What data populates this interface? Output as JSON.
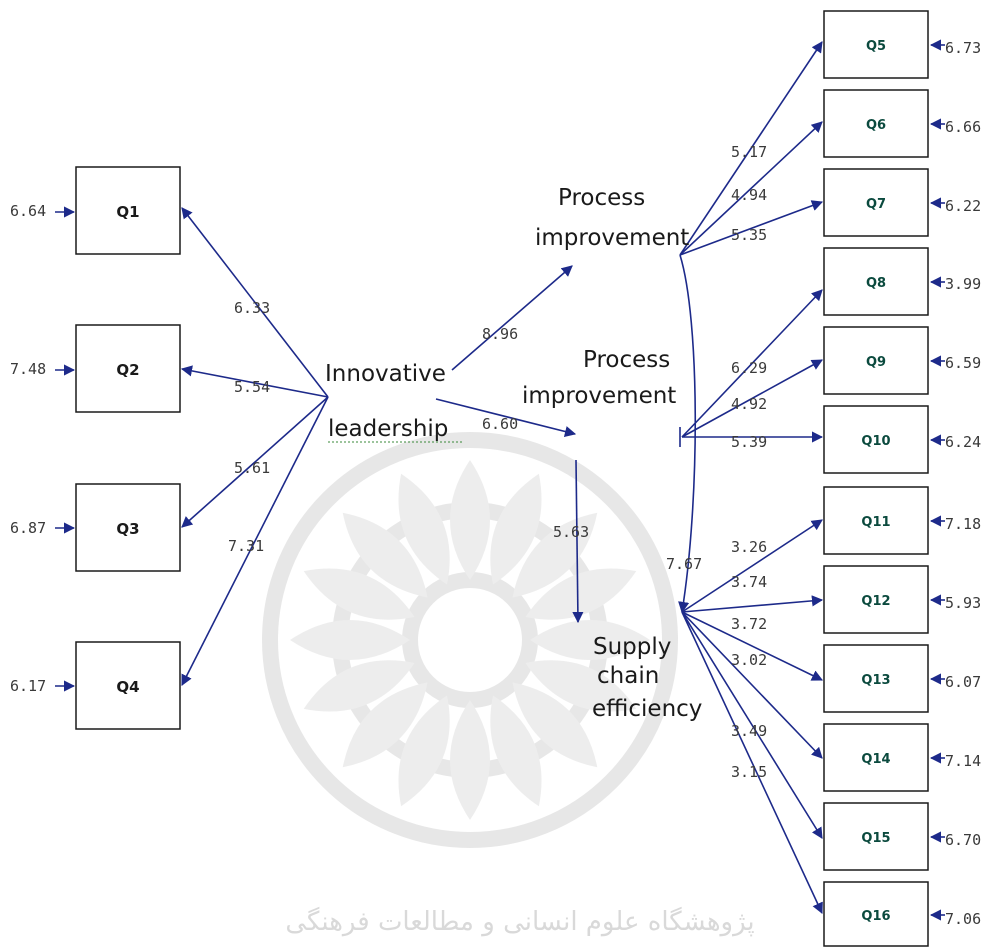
{
  "left_boxes": [
    {
      "id": "q1",
      "label": "Q1",
      "error": "6.64",
      "coef": "6.33"
    },
    {
      "id": "q2",
      "label": "Q2",
      "error": "7.48",
      "coef": "5.54"
    },
    {
      "id": "q3",
      "label": "Q3",
      "error": "6.87",
      "coef": "5.61"
    },
    {
      "id": "q4",
      "label": "Q4",
      "error": "6.17",
      "coef": "7.31"
    }
  ],
  "right_boxes": [
    {
      "id": "q5",
      "label": "Q5",
      "error": "6.73",
      "coef": "5.17"
    },
    {
      "id": "q6",
      "label": "Q6",
      "error": "6.66",
      "coef": "4.94"
    },
    {
      "id": "q7",
      "label": "Q7",
      "error": "6.22",
      "coef": "5.35"
    },
    {
      "id": "q8",
      "label": "Q8",
      "error": "3.99",
      "coef": "6.29"
    },
    {
      "id": "q9",
      "label": "Q9",
      "error": "6.59",
      "coef": "4.92"
    },
    {
      "id": "q10",
      "label": "Q10",
      "error": "6.24",
      "coef": "5.39"
    },
    {
      "id": "q11",
      "label": "Q11",
      "error": "7.18",
      "coef": "3.26"
    },
    {
      "id": "q12",
      "label": "Q12",
      "error": "5.93",
      "coef": "3.74"
    },
    {
      "id": "q13",
      "label": "Q13",
      "error": "6.07",
      "coef": "3.72"
    },
    {
      "id": "q14",
      "label": "Q14",
      "error": "7.14",
      "coef": "3.02"
    },
    {
      "id": "q15",
      "label": "Q15",
      "error": "6.70",
      "coef": "3.49"
    },
    {
      "id": "q16",
      "label": "Q16",
      "error": "7.06",
      "coef": "3.15"
    }
  ],
  "latent": {
    "innovative_line1": "Innovative",
    "innovative_line2": "leadership",
    "process1_line1": "Process",
    "process1_line2": "improvement",
    "process2_line1": "Process",
    "process2_line2": "improvement",
    "supply_line1": "Supply",
    "supply_line2": "chain",
    "supply_line3": "efficiency"
  },
  "structural_coefs": {
    "innovative_to_process1": "8.96",
    "innovative_to_process2": "6.60",
    "process2_to_supply": "5.63",
    "process1_to_supply": "7.67"
  },
  "watermark_text": "پژوهشگاه علوم انسانی و مطالعات فرهنگی",
  "colors": {
    "path": "#1d2a8a",
    "box_border": "#1a1a1a",
    "watermark": "#d9d9d9",
    "right_label": "#0b4a3e"
  }
}
